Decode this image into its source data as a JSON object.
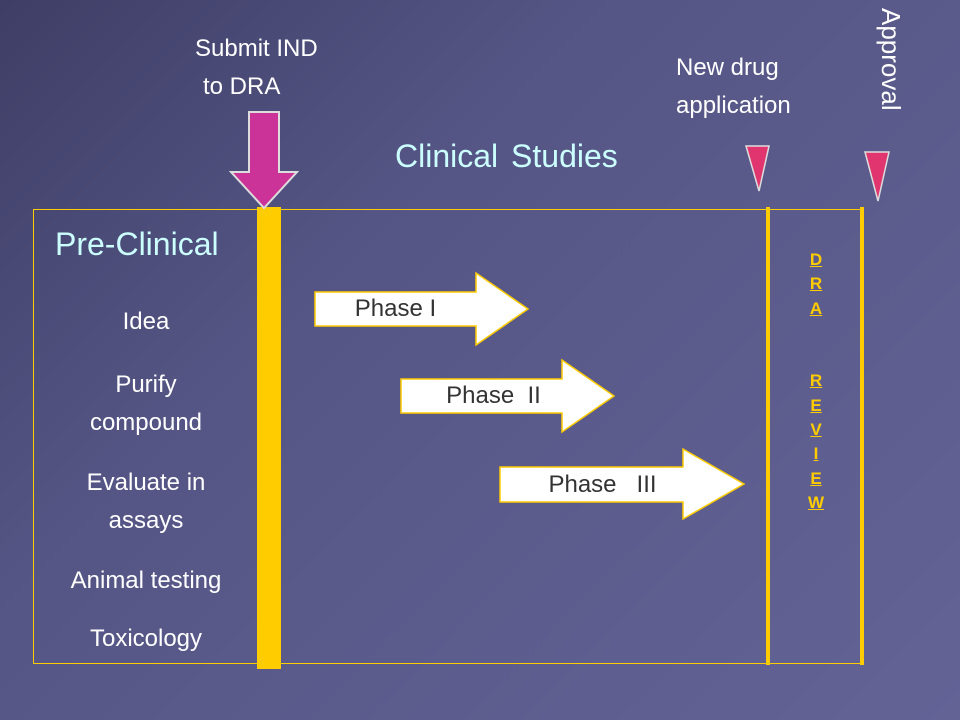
{
  "header": {
    "submit_line1": "Submit IND",
    "submit_line2": "to DRA",
    "nda_line1": "New drug",
    "nda_line2": "application",
    "approval": "Approval",
    "clinical_studies": "Clinical Studies"
  },
  "preclinical": {
    "title": "Pre-Clinical",
    "steps": [
      "Idea",
      "Purify",
      "compound",
      "Evaluate in",
      "assays",
      "Animal testing",
      "Toxicology"
    ]
  },
  "phases": [
    "Phase I",
    "Phase  II",
    "Phase   III"
  ],
  "review": {
    "word1": [
      "D",
      "R",
      "A"
    ],
    "word2": [
      "R",
      "E",
      "V",
      "I",
      "E",
      "W"
    ]
  },
  "colors": {
    "accent_yellow": "#ffcc00",
    "arrow_magenta": "#cc3399",
    "heading_teal": "#ccffff",
    "background": "#5a5a8c"
  }
}
